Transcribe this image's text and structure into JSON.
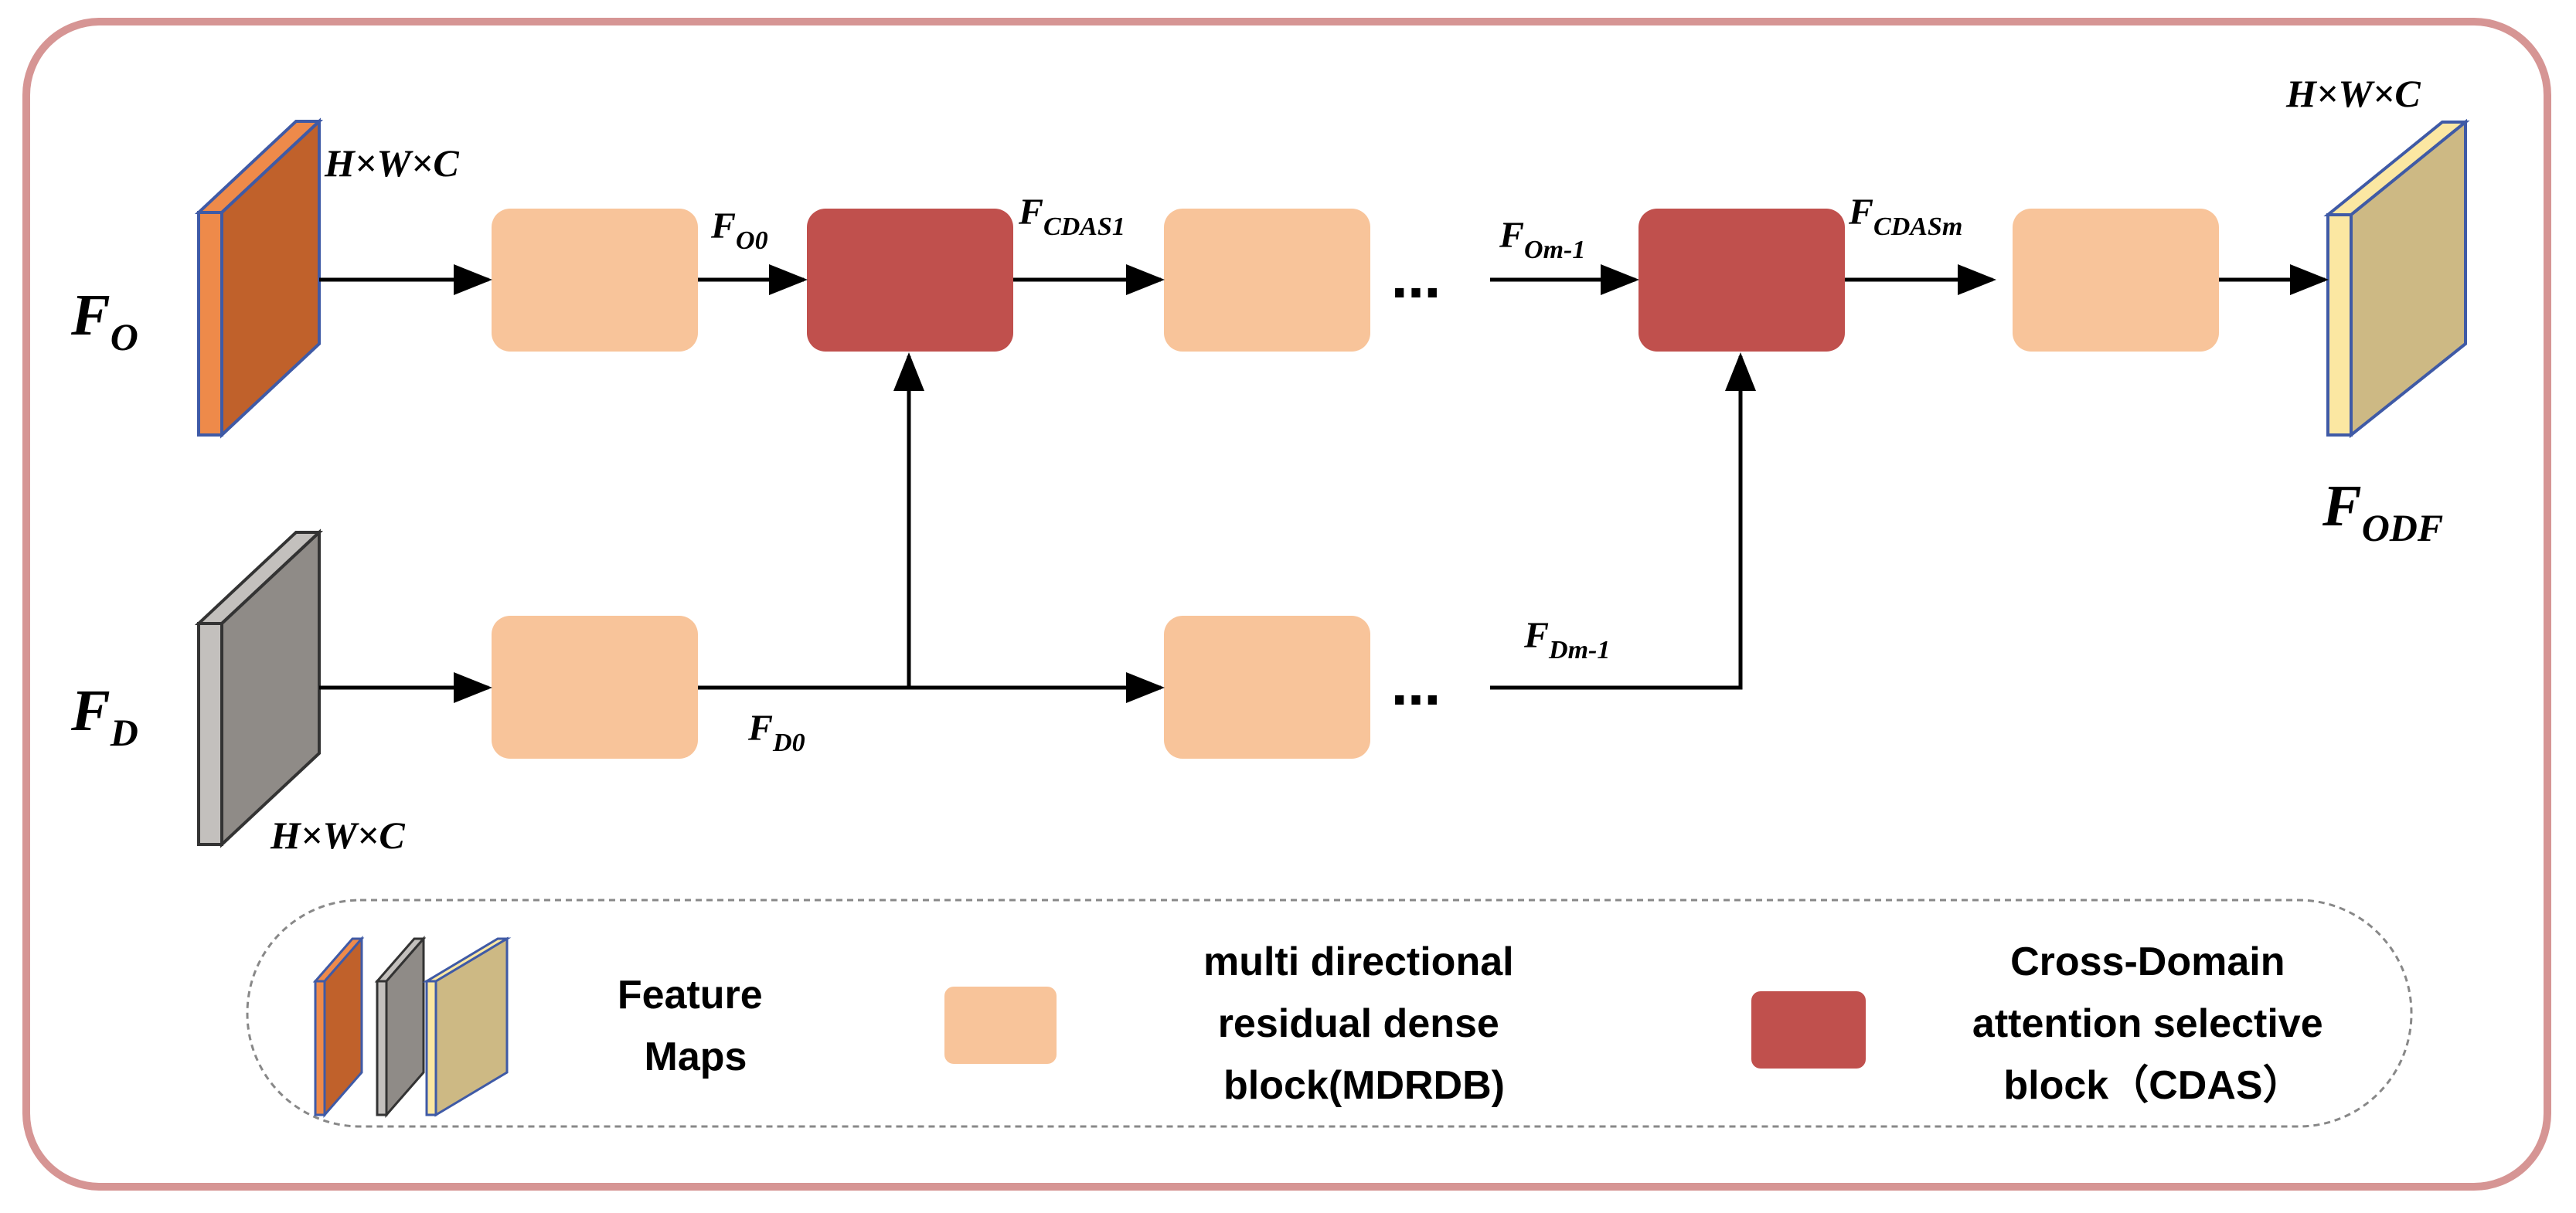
{
  "colors": {
    "frame_border": "#d69594",
    "mdrdb_fill": "#f8c49a",
    "cdas_fill": "#c0504d",
    "fo_map_front": "#c0612b",
    "fo_map_side": "#ee8a4a",
    "fd_map_front": "#8f8b87",
    "fd_map_side": "#c3c0bd",
    "fodf_map_front": "#cdb984",
    "fodf_map_side": "#fbe7a2",
    "map_edge": "#3f5aa6"
  },
  "inputs": {
    "fo": {
      "base": "F",
      "sub": "O",
      "dims": "H×W×C"
    },
    "fd": {
      "base": "F",
      "sub": "D",
      "dims": "H×W×C"
    }
  },
  "output": {
    "base": "F",
    "sub": "ODF",
    "dims": "H×W×C"
  },
  "signals": {
    "fo0": {
      "base": "F",
      "sub": "O0"
    },
    "fcdas1": {
      "base": "F",
      "sub": "CDAS1"
    },
    "fom1": {
      "base": "F",
      "sub": "Om-1"
    },
    "fcdasm": {
      "base": "F",
      "sub": "CDASm"
    },
    "fd0": {
      "base": "F",
      "sub": "D0"
    },
    "fdm1": {
      "base": "F",
      "sub": "Dm-1"
    }
  },
  "ellipsis": "…",
  "legend": {
    "feature_maps": [
      "Feature",
      "Maps"
    ],
    "mdrdb": [
      "multi directional",
      "residual  dense",
      "block(MDRDB)"
    ],
    "cdas": [
      "Cross-Domain",
      "attention selective",
      "block（CDAS）"
    ]
  }
}
